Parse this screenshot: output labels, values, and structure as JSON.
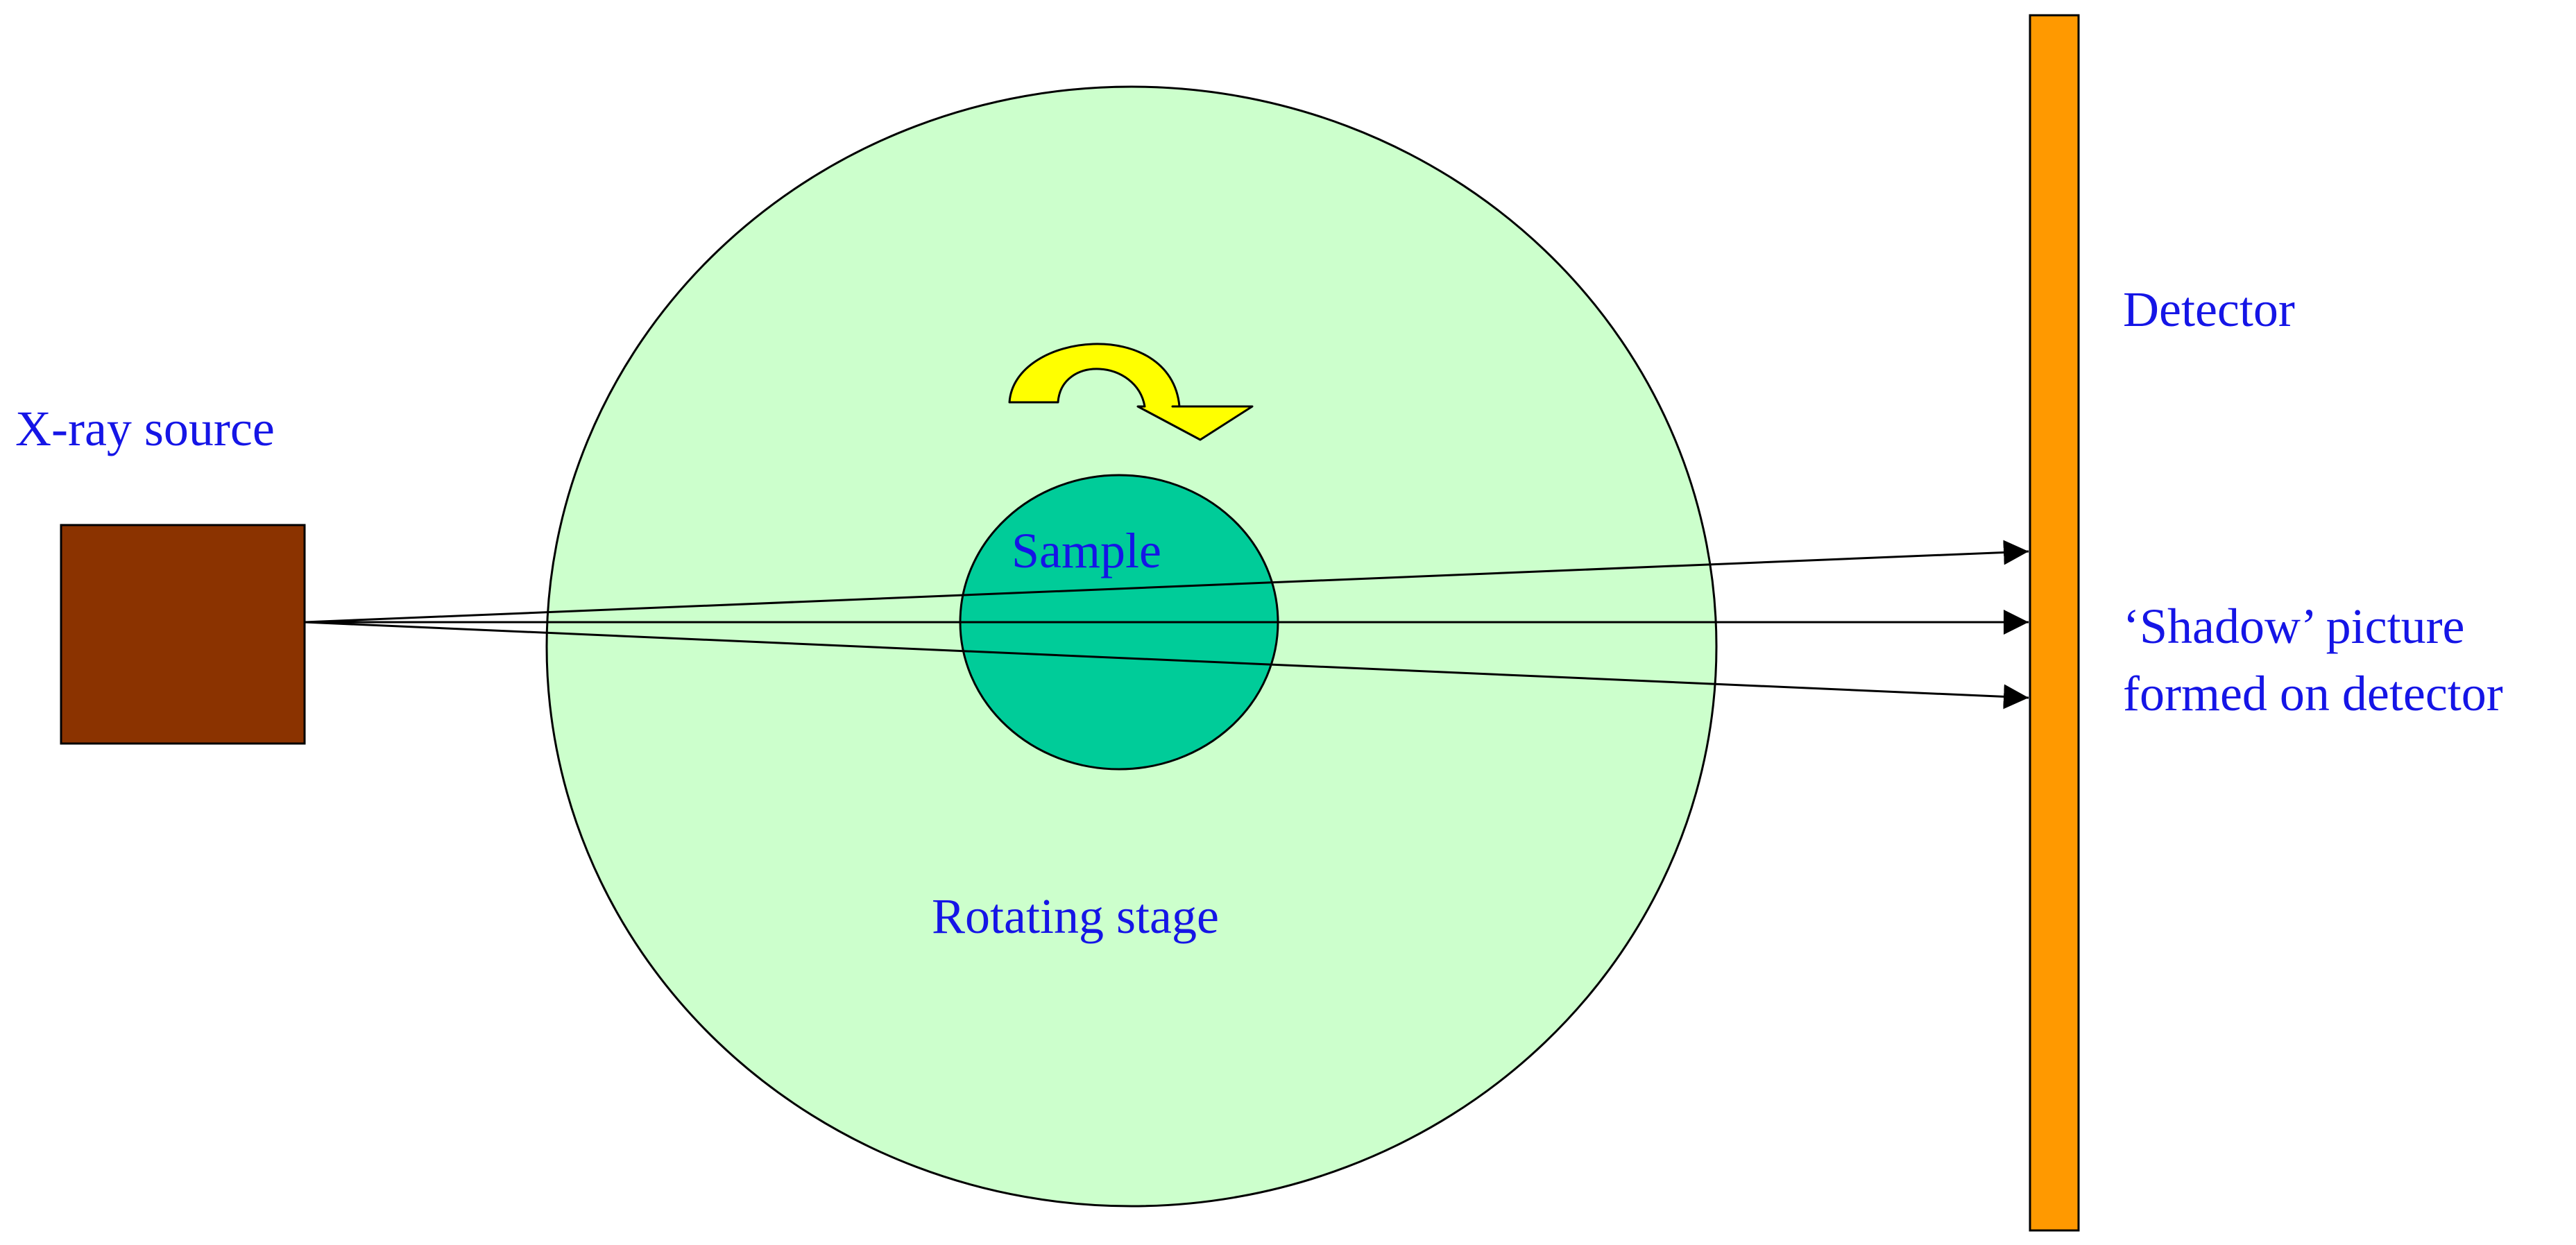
{
  "labels": {
    "xray_source": "X-ray source",
    "detector": "Detector",
    "sample": "Sample",
    "rotating_stage": "Rotating stage",
    "shadow_line1": "‘Shadow’ picture",
    "shadow_line2": "formed on detector"
  },
  "colors": {
    "label_text": "#1515e6",
    "xray_source_fill": "#8b3300",
    "stage_fill": "#ccffcc",
    "sample_fill": "#00cc99",
    "detector_fill": "#ff9900",
    "rotation_arrow_fill": "#ffff00",
    "outline": "#000000"
  },
  "icons": {
    "rotation": "curved-clockwise-arrow-icon"
  }
}
